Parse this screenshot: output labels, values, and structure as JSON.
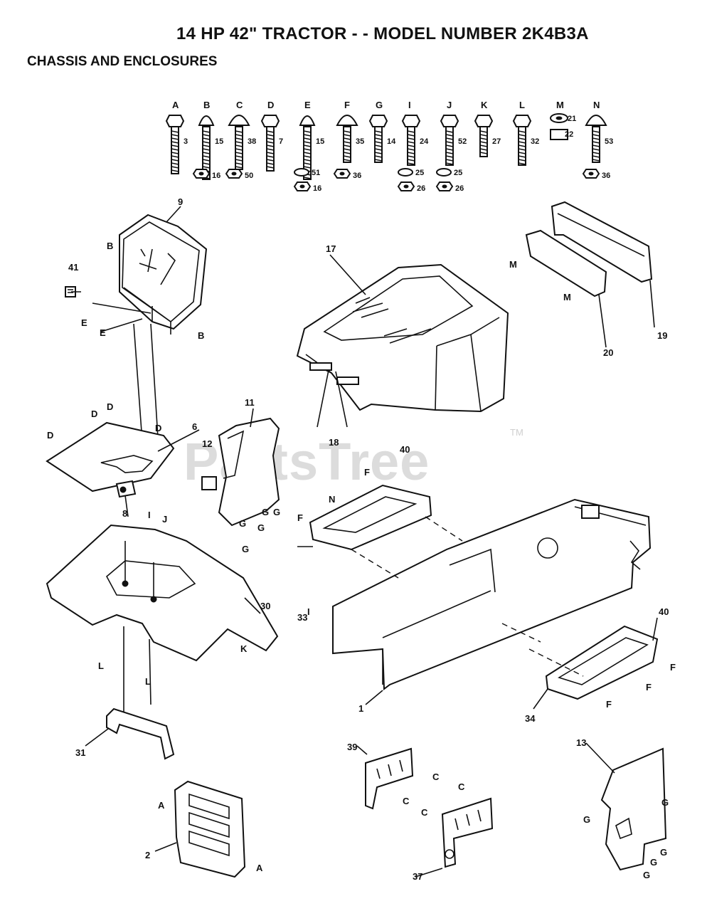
{
  "title": "14 HP 42\" TRACTOR - - MODEL NUMBER 2K4B3A",
  "subtitle": "CHASSIS AND ENCLOSURES",
  "watermark": "PartsTree",
  "watermark_tm": "TM",
  "hardware": [
    {
      "letter": "A",
      "num": "3"
    },
    {
      "letter": "B",
      "num": "15",
      "nut": "16"
    },
    {
      "letter": "C",
      "num": "38",
      "nut": "50"
    },
    {
      "letter": "D",
      "num": "7"
    },
    {
      "letter": "E",
      "num": "15",
      "washer": "51",
      "nut": "16"
    },
    {
      "letter": "F",
      "num": "35",
      "nut": "36"
    },
    {
      "letter": "G",
      "num": "14"
    },
    {
      "letter": "I",
      "num": "24",
      "washer": "25",
      "nut": "26"
    },
    {
      "letter": "J",
      "num": "52",
      "washer": "25",
      "nut": "26"
    },
    {
      "letter": "K",
      "num": "27"
    },
    {
      "letter": "L",
      "num": "32"
    },
    {
      "letter": "M",
      "num": "21",
      "nut": "22"
    },
    {
      "letter": "N",
      "num": "53",
      "nut": "36"
    }
  ],
  "callouts": {
    "p1": "1",
    "p2": "2",
    "p6": "6",
    "p8": "8",
    "p9": "9",
    "p11": "11",
    "p12": "12",
    "p13": "13",
    "p17": "17",
    "p18": "18",
    "p19": "19",
    "p20": "20",
    "p30": "30",
    "p31": "31",
    "p33": "33",
    "p34": "34",
    "p37": "37",
    "p39": "39",
    "p40a": "40",
    "p40b": "40",
    "p41": "41"
  },
  "letters": {
    "A": "A",
    "B": "B",
    "C": "C",
    "D": "D",
    "E": "E",
    "F": "F",
    "G": "G",
    "I": "I",
    "J": "J",
    "K": "K",
    "L": "L",
    "M": "M",
    "N": "N"
  }
}
